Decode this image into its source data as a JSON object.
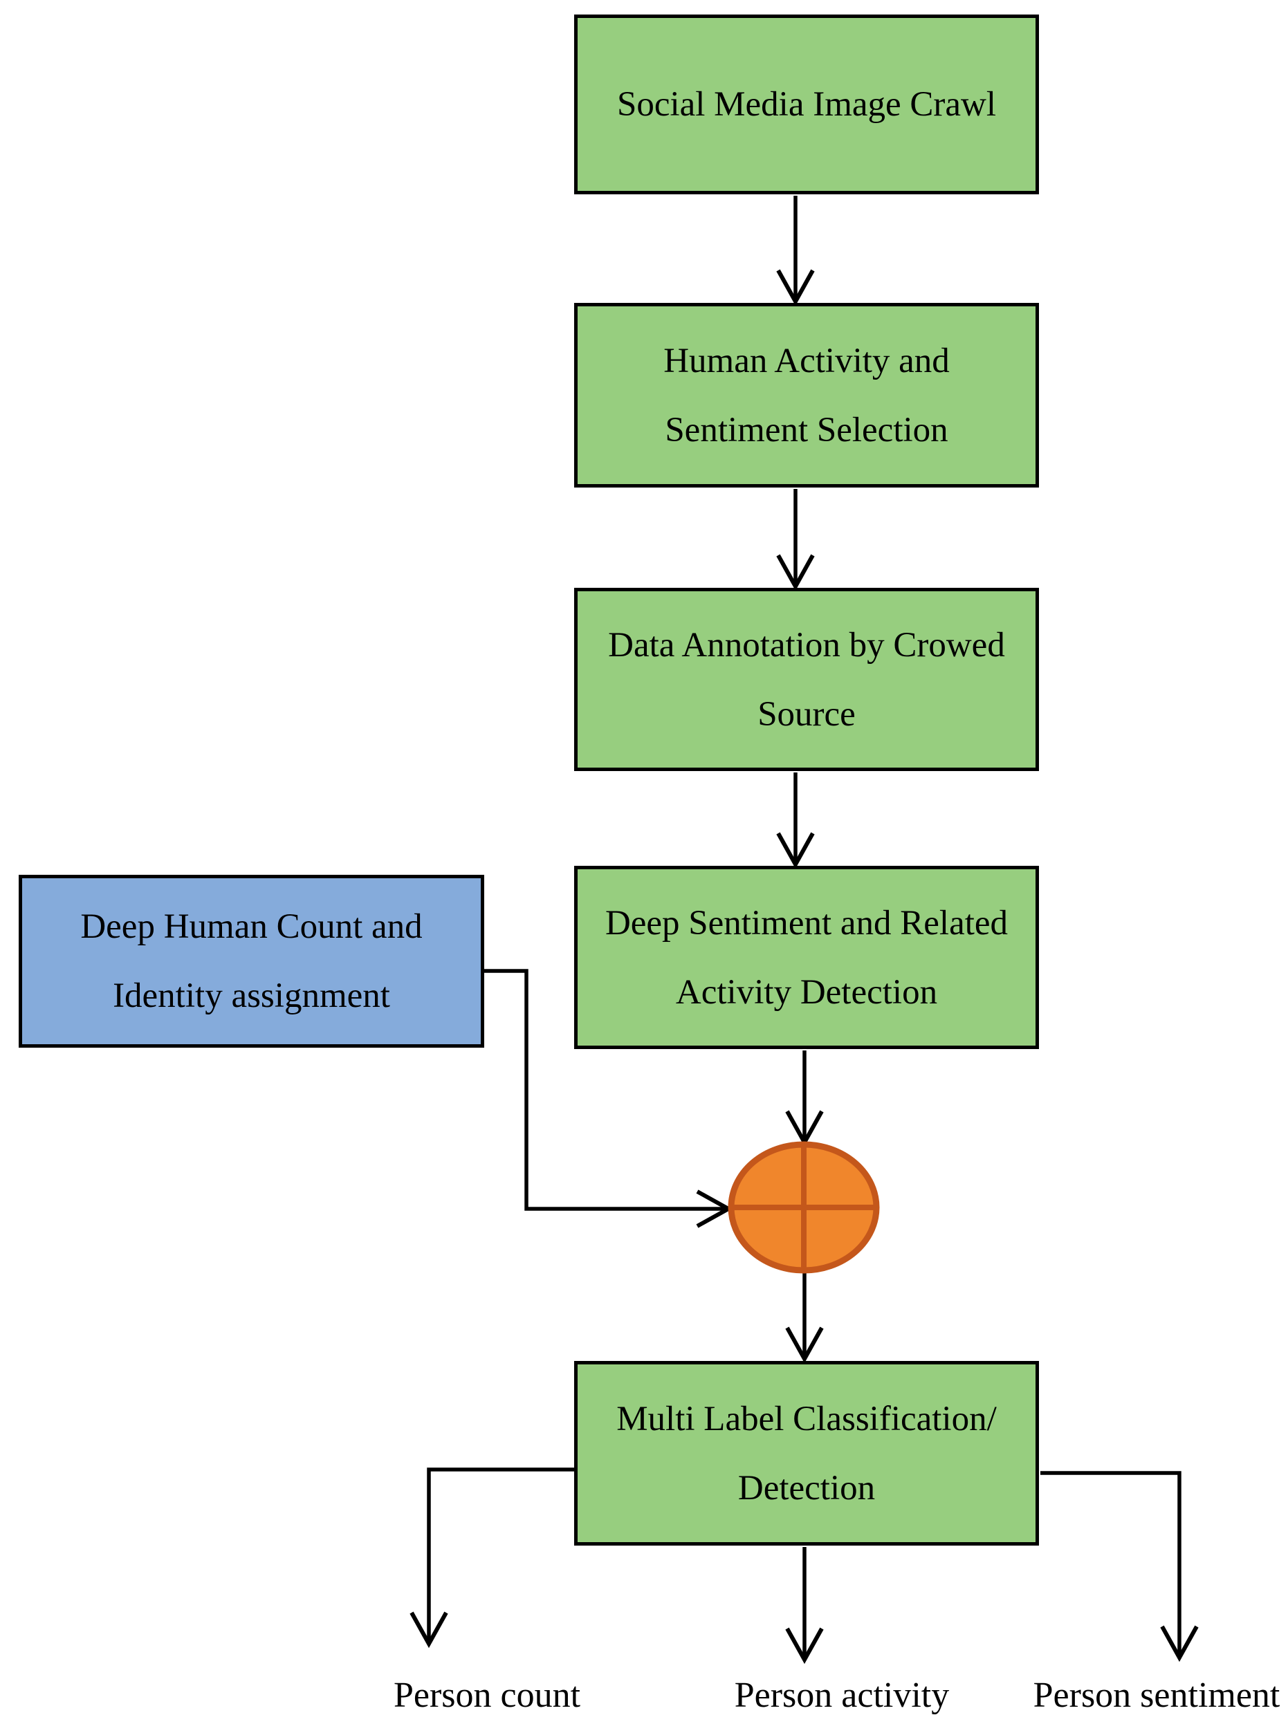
{
  "diagram": {
    "boxes": {
      "crawl": {
        "lines": [
          "Social Media Image Crawl"
        ]
      },
      "selection": {
        "lines": [
          "Human Activity and",
          "Sentiment Selection"
        ]
      },
      "annotation": {
        "lines": [
          "Data Annotation by Crowed",
          "Source"
        ]
      },
      "detection": {
        "lines": [
          "Deep Sentiment and Related",
          "Activity Detection"
        ]
      },
      "identity": {
        "lines": [
          "Deep Human Count and",
          "Identity assignment"
        ]
      },
      "classification": {
        "lines": [
          "Multi Label Classification/",
          "Detection"
        ]
      }
    },
    "outputs": {
      "count": "Person count",
      "activity": "Person activity",
      "sentiment": "Person sentiment"
    },
    "colors": {
      "box-green": "#97CE7F",
      "box-blue": "#85ABDB",
      "junction-fill": "#F0862C",
      "junction-stroke": "#C4571B",
      "line": "#000000"
    }
  }
}
